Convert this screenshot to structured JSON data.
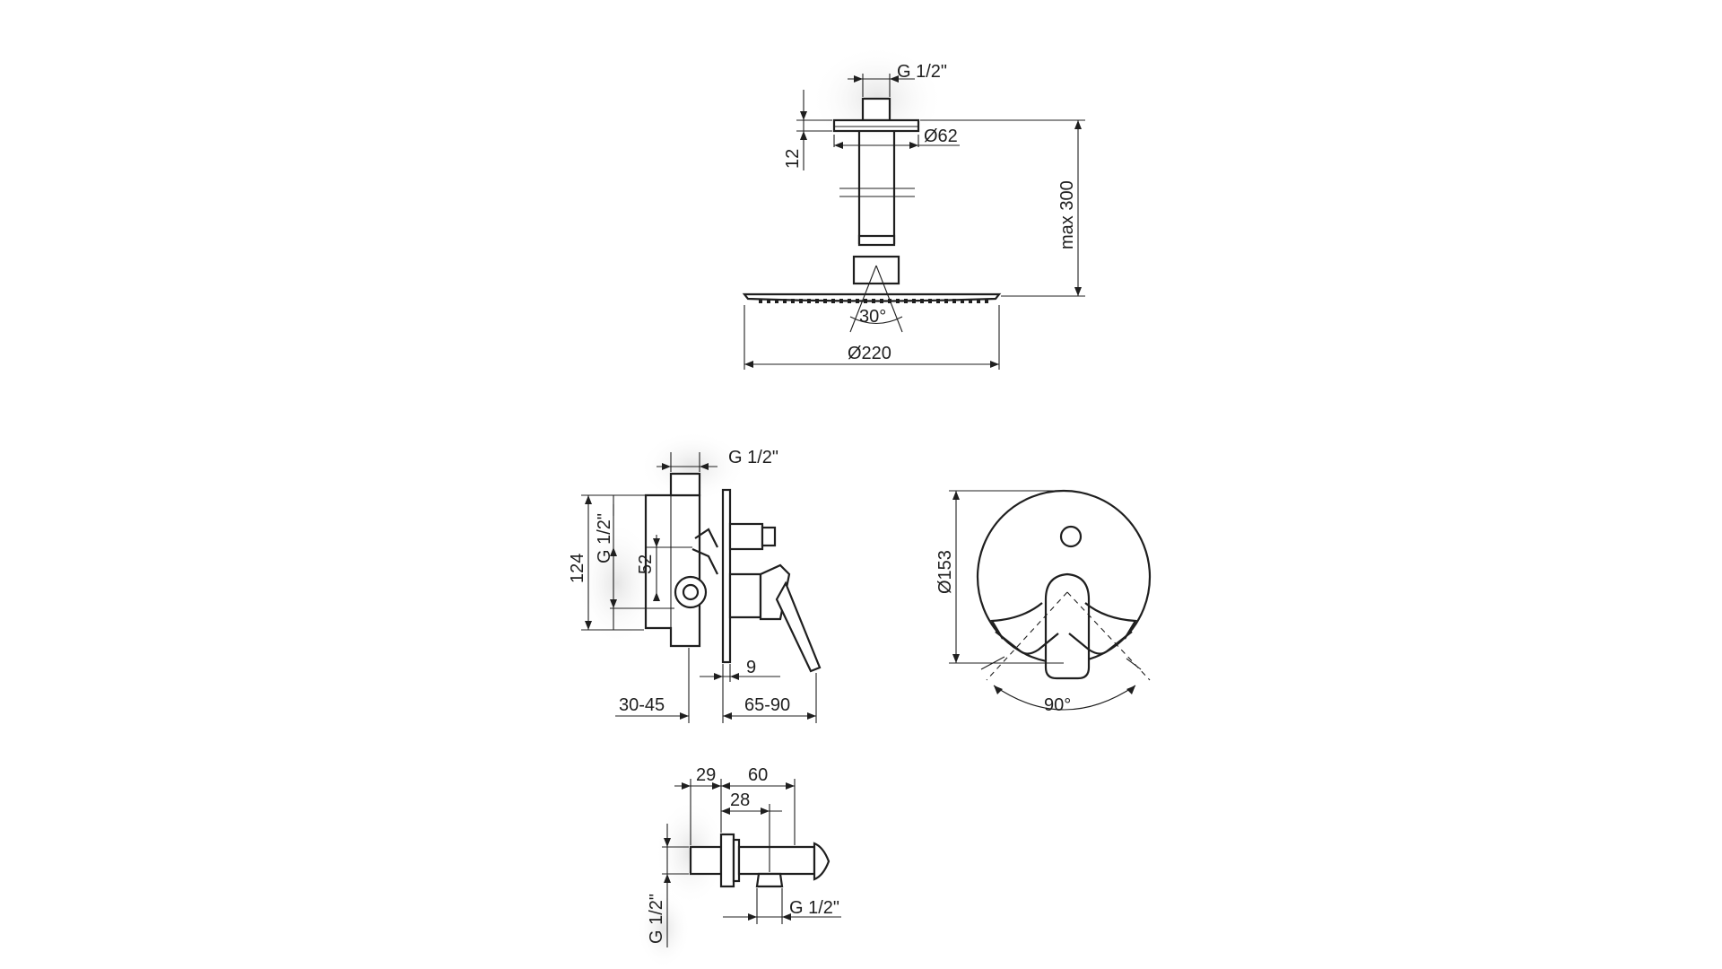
{
  "labels": {
    "head_thread": "G 1/2\"",
    "flange_dia": "Ø62",
    "flange_h": "12",
    "max_len": "max 300",
    "spray_angle": "30°",
    "head_dia": "Ø220",
    "mixer_thread_top": "G 1/2\"",
    "mixer_thread_side": "G 1/2\"",
    "mixer_h": "124",
    "mixer_52": "52",
    "mixer_9": "9",
    "mixer_depth": "30-45",
    "mixer_proj": "65-90",
    "plate_dia": "Ø153",
    "rot_angle": "90°",
    "elbow_29": "29",
    "elbow_60": "60",
    "elbow_28": "28",
    "elbow_thread_side": "G 1/2\"",
    "elbow_thread_bottom": "G 1/2\""
  },
  "colors": {
    "line": "#1f1f1f",
    "background": "#ffffff"
  }
}
